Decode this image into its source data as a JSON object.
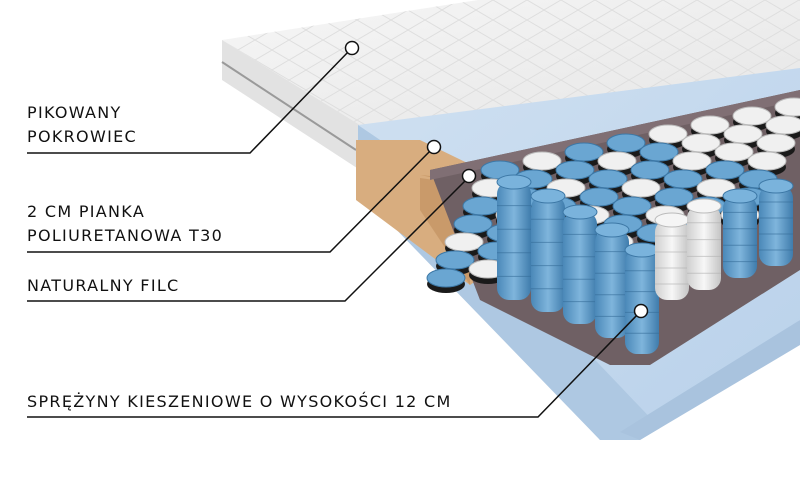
{
  "labels": {
    "cover_line1": "PIKOWANY",
    "cover_line2": "POKROWIEC",
    "foam_line1": "2 CM PIANKA",
    "foam_line2": "POLIURETANOWA T30",
    "felt": "NATURALNY FILC",
    "springs": "SPRĘŻYNY KIESZENIOWE O WYSOKOŚCI 12 CM"
  },
  "colors": {
    "cover": "#efefef",
    "cover_edge": "#dcdcdc",
    "foam": "#c9dcef",
    "foam_top": "#bfd6ec",
    "side_foam": "#d5aa7c",
    "felt": "#6e5e64",
    "spring_blue": "#5d9cc9",
    "spring_white": "#e8e8e8",
    "line": "#111111"
  },
  "icons": [
    "callout-dot-icon"
  ]
}
